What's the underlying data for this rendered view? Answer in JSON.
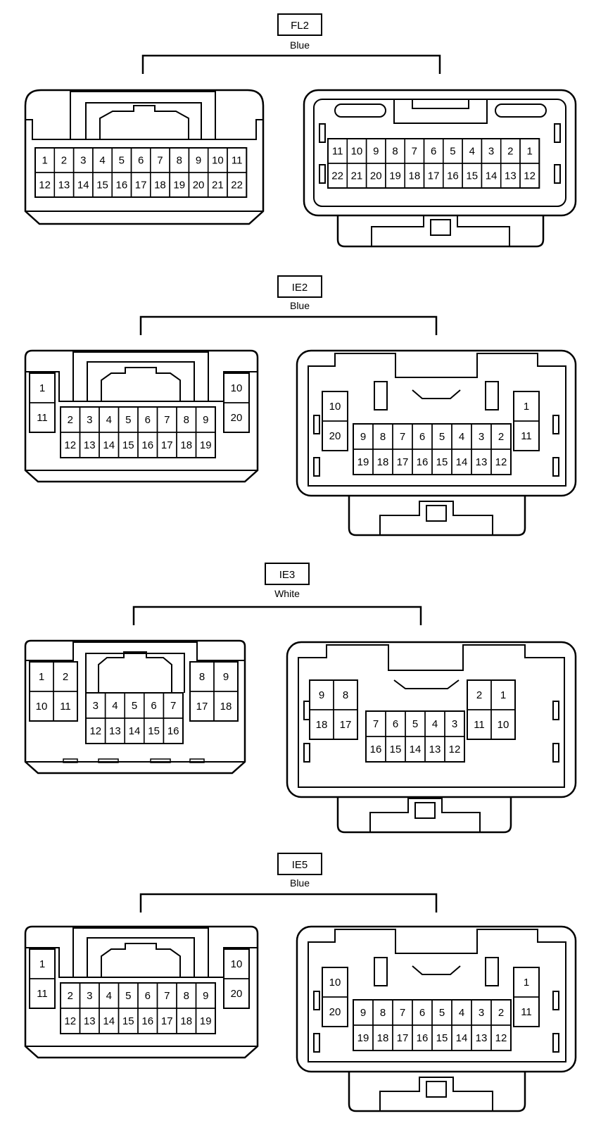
{
  "connectors": [
    {
      "id": "FL2",
      "color_label": "Blue",
      "left_rows": [
        [
          "1",
          "2",
          "3",
          "4",
          "5",
          "6",
          "7",
          "8",
          "9",
          "10",
          "11"
        ],
        [
          "12",
          "13",
          "14",
          "15",
          "16",
          "17",
          "18",
          "19",
          "20",
          "21",
          "22"
        ]
      ],
      "right_rows": [
        [
          "11",
          "10",
          "9",
          "8",
          "7",
          "6",
          "5",
          "4",
          "3",
          "2",
          "1"
        ],
        [
          "22",
          "21",
          "20",
          "19",
          "18",
          "17",
          "16",
          "15",
          "14",
          "13",
          "12"
        ]
      ]
    },
    {
      "id": "IE2",
      "color_label": "Blue",
      "left_side_a": [
        "1",
        "11"
      ],
      "left_center_rows": [
        [
          "2",
          "3",
          "4",
          "5",
          "6",
          "7",
          "8",
          "9"
        ],
        [
          "12",
          "13",
          "14",
          "15",
          "16",
          "17",
          "18",
          "19"
        ]
      ],
      "left_side_b": [
        "10",
        "20"
      ],
      "right_side_a": [
        "10",
        "20"
      ],
      "right_center_rows": [
        [
          "9",
          "8",
          "7",
          "6",
          "5",
          "4",
          "3",
          "2"
        ],
        [
          "19",
          "18",
          "17",
          "16",
          "15",
          "14",
          "13",
          "12"
        ]
      ],
      "right_side_b": [
        "1",
        "11"
      ]
    },
    {
      "id": "IE3",
      "color_label": "White",
      "left_block_a": [
        [
          "1",
          "2"
        ],
        [
          "10",
          "11"
        ]
      ],
      "left_center_rows": [
        [
          "3",
          "4",
          "5",
          "6",
          "7"
        ],
        [
          "12",
          "13",
          "14",
          "15",
          "16"
        ]
      ],
      "left_block_b": [
        [
          "8",
          "9"
        ],
        [
          "17",
          "18"
        ]
      ],
      "right_block_a": [
        [
          "9",
          "8"
        ],
        [
          "18",
          "17"
        ]
      ],
      "right_center_rows": [
        [
          "7",
          "6",
          "5",
          "4",
          "3"
        ],
        [
          "16",
          "15",
          "14",
          "13",
          "12"
        ]
      ],
      "right_block_b": [
        [
          "2",
          "1"
        ],
        [
          "11",
          "10"
        ]
      ]
    },
    {
      "id": "IE5",
      "color_label": "Blue",
      "left_side_a": [
        "1",
        "11"
      ],
      "left_center_rows": [
        [
          "2",
          "3",
          "4",
          "5",
          "6",
          "7",
          "8",
          "9"
        ],
        [
          "12",
          "13",
          "14",
          "15",
          "16",
          "17",
          "18",
          "19"
        ]
      ],
      "left_side_b": [
        "10",
        "20"
      ],
      "right_side_a": [
        "10",
        "20"
      ],
      "right_center_rows": [
        [
          "9",
          "8",
          "7",
          "6",
          "5",
          "4",
          "3",
          "2"
        ],
        [
          "19",
          "18",
          "17",
          "16",
          "15",
          "14",
          "13",
          "12"
        ]
      ],
      "right_side_b": [
        "1",
        "11"
      ]
    }
  ]
}
